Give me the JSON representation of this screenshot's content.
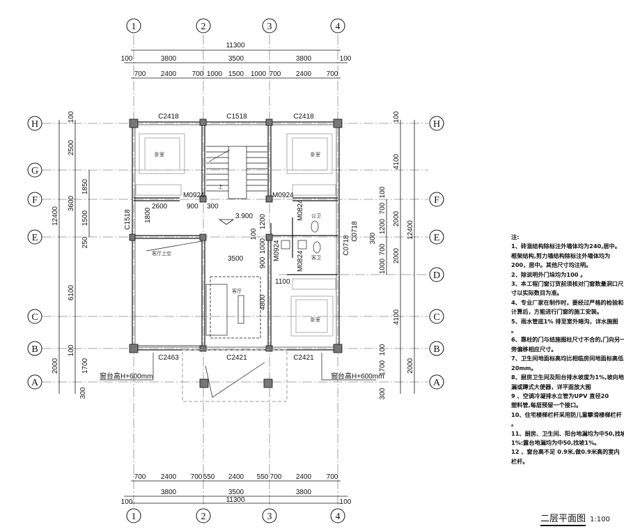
{
  "axes": {
    "vertical": [
      "1",
      "2",
      "3",
      "4"
    ],
    "horizontal": [
      "H",
      "G",
      "F",
      "E",
      "D",
      "C",
      "B",
      "A"
    ]
  },
  "dims_top": {
    "total": "11300",
    "row2": [
      "100",
      "3800",
      "3500",
      "3800",
      "100"
    ],
    "row3": [
      "700",
      "2400",
      "700",
      "1000",
      "1500",
      "1000",
      "700",
      "2400",
      "700"
    ]
  },
  "dims_bottom": {
    "row1": [
      "700",
      "2400",
      "700",
      "550",
      "2400",
      "550",
      "700",
      "2400",
      "700"
    ],
    "row2": [
      "100",
      "3800",
      "3500",
      "3800",
      "100"
    ],
    "total": "11300"
  },
  "dims_left": {
    "outer": "12400",
    "middle": [
      "100",
      "2500",
      "3600",
      "6100",
      "100",
      "2000",
      "300"
    ],
    "inner": [
      "1850",
      "1500",
      "250",
      "1700"
    ]
  },
  "dims_right": {
    "outer": "12400",
    "middle": [
      "100",
      "4100",
      "2000",
      "2000",
      "4100",
      "100",
      "2000",
      "300"
    ],
    "inner": [
      "100",
      "700",
      "1200",
      "300",
      "700",
      "1000",
      "1700"
    ]
  },
  "windows": [
    "C2418",
    "C1518",
    "C2418",
    "C1518",
    "C0718",
    "C0718",
    "C2463",
    "C2421",
    "C2421"
  ],
  "doors": [
    "M0924",
    "M0924",
    "M0824",
    "M0924",
    "M0824"
  ],
  "interior_dims": [
    "2600",
    "900",
    "300",
    "1800",
    "3500",
    "4800",
    "1100",
    "1200",
    "1000",
    "900",
    "100"
  ],
  "level": "3.900",
  "stair_up": "上",
  "rooms": {
    "bedroom": "卧室",
    "living": "客厅",
    "living_void": "客厅上空",
    "public_wc": "公卫",
    "guest_wc": "客卫"
  },
  "sill_note": "窗台高H+600mm",
  "notes": [
    "注:",
    "1、砖混结构除标注外墙体均为240,居中。",
    "框架结构,剪力墙结构除标注外墙体均为",
    "200，居中。其他尺寸均注明。",
    "2、除说明外门垛均为100 。",
    "3、本工程门窗订货前须核对门窗数量洞口尺",
    "寸以实际数目为准。",
    "4、专业厂家在制作时，要经过严格的检验和",
    "计算后，方能进行门窗的施工安装。",
    "5、雨水管底1%  排至室外暗沟，详水施图",
    "。",
    "6、靠柱的门与结施图柱尺寸不合的,门向另一",
    "旁偏移相应尺寸。",
    "7、卫生间地面标高均比相临房间地面标高低",
    "20mm。",
    "8、厨房卫生间及阳台排水坡度为1%,坡向地",
    "漏或蹲式大便器，详平面放大图",
    "9 、空调冷凝排水立管为UPV  直径20",
    "塑料管,每层预留一个接口。",
    "10、住宅楼梯栏杆采用防儿童攀滑楼梯栏杆",
    "。",
    "11、厨房、卫生间、阳台地漏均为中50,找坡",
    "1%:露台地漏均为中50,找坡1%。",
    "12 、窗台高不足 0.9米,做0.9米高的室内",
    "栏杆。"
  ],
  "title": "二层平面图",
  "scale": "1:100"
}
